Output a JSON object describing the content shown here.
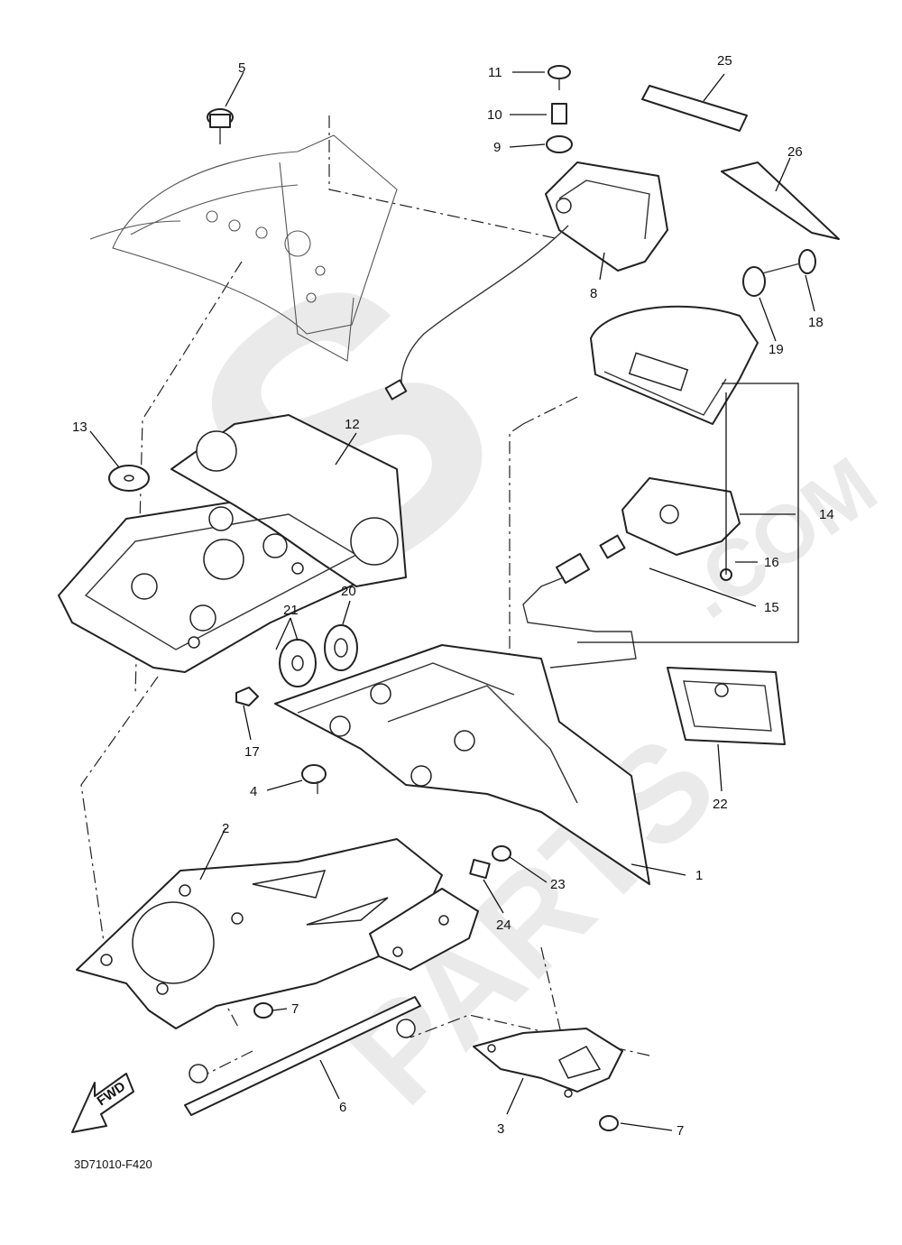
{
  "diagram_code": "3D71010-F420",
  "fwd_label": "FWD",
  "watermark": {
    "s": "S",
    "parts": "PARTS",
    "com": ".COM"
  },
  "callouts": [
    {
      "id": "c1",
      "label": "1"
    },
    {
      "id": "c2",
      "label": "2"
    },
    {
      "id": "c3",
      "label": "3"
    },
    {
      "id": "c4",
      "label": "4"
    },
    {
      "id": "c5",
      "label": "5"
    },
    {
      "id": "c6",
      "label": "6"
    },
    {
      "id": "c7a",
      "label": "7"
    },
    {
      "id": "c7b",
      "label": "7"
    },
    {
      "id": "c8",
      "label": "8"
    },
    {
      "id": "c9",
      "label": "9"
    },
    {
      "id": "c10",
      "label": "10"
    },
    {
      "id": "c11",
      "label": "11"
    },
    {
      "id": "c12",
      "label": "12"
    },
    {
      "id": "c13",
      "label": "13"
    },
    {
      "id": "c14",
      "label": "14"
    },
    {
      "id": "c15",
      "label": "15"
    },
    {
      "id": "c16",
      "label": "16"
    },
    {
      "id": "c17",
      "label": "17"
    },
    {
      "id": "c18",
      "label": "18"
    },
    {
      "id": "c19",
      "label": "19"
    },
    {
      "id": "c20",
      "label": "20"
    },
    {
      "id": "c21",
      "label": "21"
    },
    {
      "id": "c22",
      "label": "22"
    },
    {
      "id": "c23",
      "label": "23"
    },
    {
      "id": "c24",
      "label": "24"
    },
    {
      "id": "c25",
      "label": "25"
    },
    {
      "id": "c26",
      "label": "26"
    }
  ]
}
